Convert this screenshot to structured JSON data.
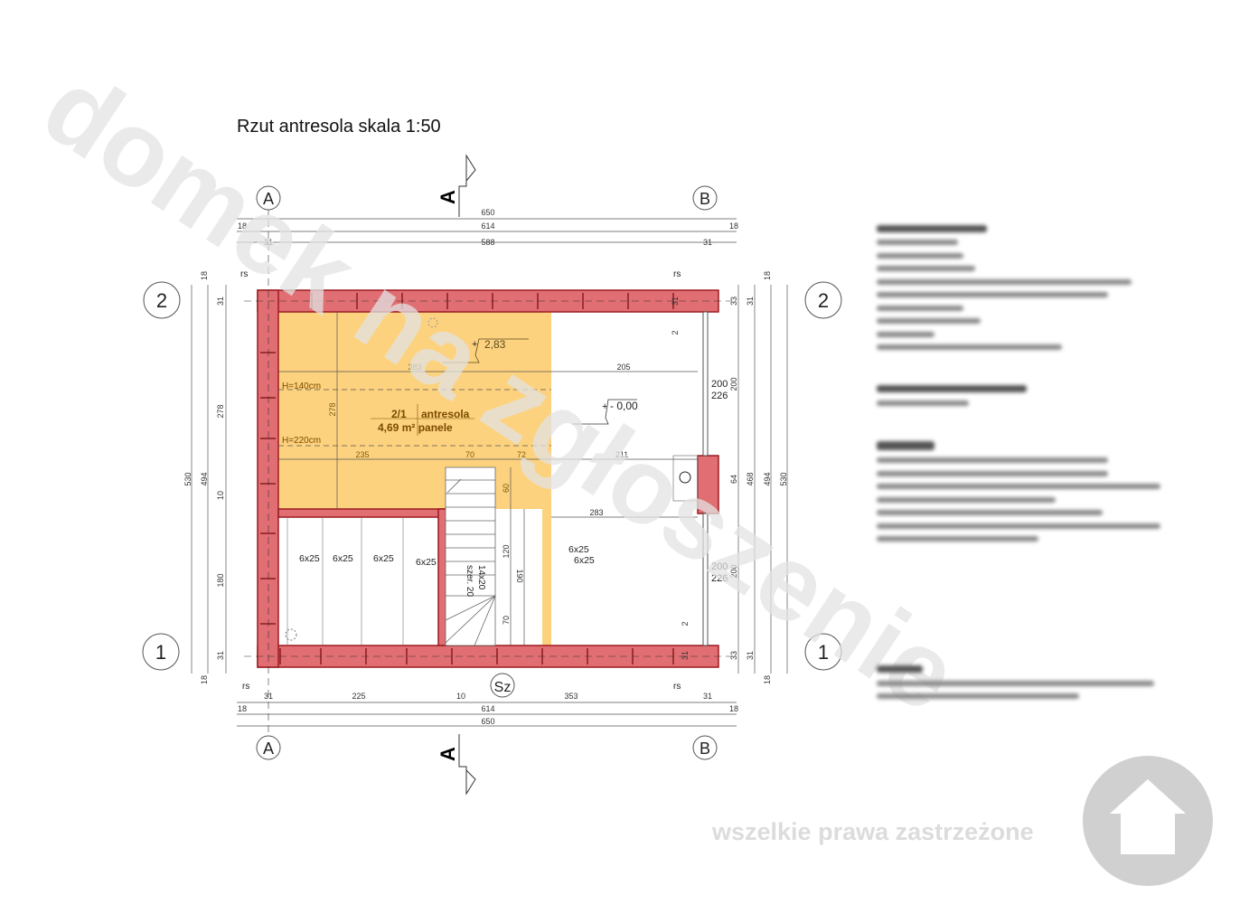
{
  "title": "Rzut antresola  skala 1:50",
  "section_mark": "A",
  "grid": {
    "a": "A",
    "b": "B",
    "one": "1",
    "two": "2",
    "sz": "Sz"
  },
  "rs": "rs",
  "top_dims": {
    "d650": "650",
    "d614": "614",
    "d18": "18",
    "d588": "588",
    "d31": "31"
  },
  "bottom_dims": {
    "d225": "225",
    "d10": "10",
    "d353": "353"
  },
  "left_dims": {
    "d530": "530",
    "d494": "494",
    "d278": "278",
    "d10": "10",
    "d180": "180"
  },
  "right_dims": {
    "d468": "468",
    "d33": "33",
    "d64": "64",
    "d200": "200",
    "d226": "226",
    "d2": "2"
  },
  "interior_dims": {
    "d383": "383",
    "d205": "205",
    "d235": "235",
    "d70": "70",
    "d72": "72",
    "d211": "211",
    "d283": "283",
    "d278": "278",
    "d60": "60",
    "d120": "120",
    "d190": "190"
  },
  "levels": {
    "upper": "2,83",
    "lower": "- 0,00",
    "plus": "+"
  },
  "heights": {
    "h140": "H=140cm",
    "h220": "H=220cm"
  },
  "room": {
    "number": "2/1",
    "name": "antresola",
    "area": "4,69 m² panele"
  },
  "beam": "6x25",
  "stairs": {
    "step": "14x20",
    "width": "szer. 20"
  },
  "watermark": {
    "text": "domek na zgłoszenie",
    "rights": "wszelkie prawa zastrzeżone"
  },
  "colors": {
    "wall": "#e06e72",
    "mezzanine": "#fdd27e",
    "watermark": "#e3e3e3"
  }
}
